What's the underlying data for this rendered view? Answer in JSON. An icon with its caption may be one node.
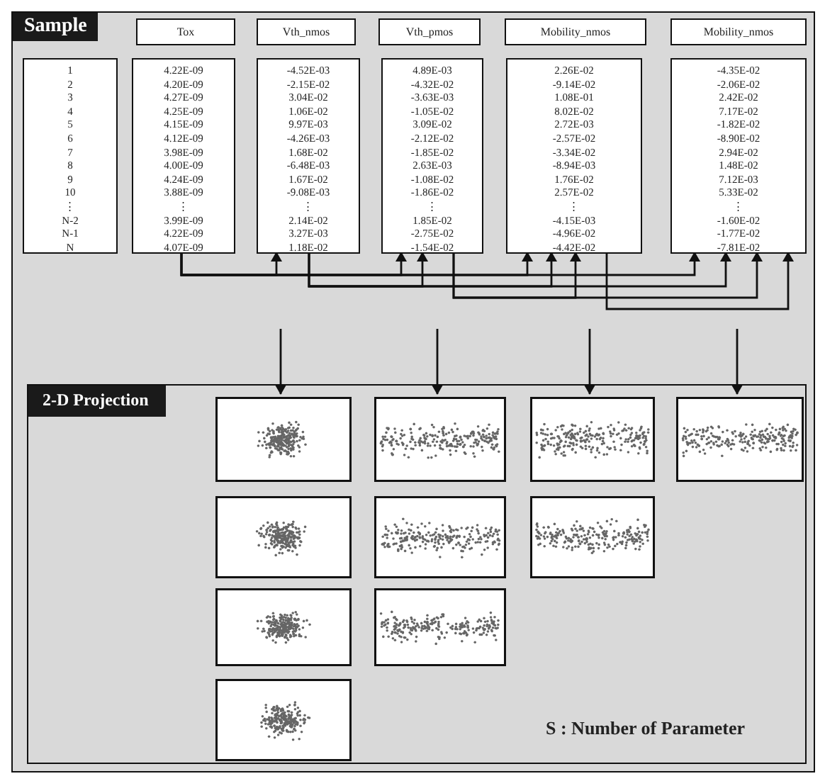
{
  "diagram": {
    "nodes": [
      {
        "text": [
          "Sample"
        ]
      },
      {
        "text": [
          "1",
          "2",
          "3",
          "4",
          "5",
          "6",
          "7",
          "8",
          "9",
          "10",
          "⋮",
          "N-2",
          "N-1",
          "N"
        ],
        "in": 0
      },
      {
        "text": [
          "Tox"
        ],
        "in": 0
      },
      {
        "text": [
          "4.22E-09",
          "4.20E-09",
          "4.27E-09",
          "4.25E-09",
          "4.15E-09",
          "4.12E-09",
          "3.98E-09",
          "4.00E-09",
          "4.24E-09",
          "3.88E-09",
          "⋮",
          "3.99E-09",
          "4.22E-09",
          "4.07E-09"
        ],
        "in": 0
      },
      {
        "text": [
          "Vth_nmos"
        ],
        "in": 0
      },
      {
        "text": [
          "-4.52E-03",
          "-2.15E-02",
          "3.04E-02",
          "1.06E-02",
          "9.97E-03",
          "-4.26E-03",
          "1.68E-02",
          "-6.48E-03",
          "1.67E-02",
          "-9.08E-03",
          "⋮",
          "2.14E-02",
          "3.27E-03",
          "1.18E-02"
        ],
        "in": 0
      },
      {
        "text": [
          "Vth_pmos"
        ],
        "in": 0
      },
      {
        "text": [
          "4.89E-03",
          "-4.32E-02",
          "-3.63E-03",
          "-1.05E-02",
          "3.09E-02",
          "-2.12E-02",
          "-1.85E-02",
          "2.63E-03",
          "-1.08E-02",
          "-1.86E-02",
          "⋮",
          "1.85E-02",
          "-2.75E-02",
          "-1.54E-02"
        ],
        "in": 0
      },
      {
        "text": [
          "Mobility_nmos"
        ],
        "in": 0
      },
      {
        "text": [
          "2.26E-02",
          "-9.14E-02",
          "1.08E-01",
          "8.02E-02",
          "2.72E-03",
          "-2.57E-02",
          "-3.34E-02",
          "-8.94E-03",
          "1.76E-02",
          "2.57E-02",
          "⋮",
          "-4.15E-03",
          "-4.96E-02",
          "-4.42E-02"
        ],
        "in": 0
      },
      {
        "text": [
          "Mobility_nmos"
        ],
        "in": 0
      },
      {
        "text": [
          "-4.35E-02",
          "-2.06E-02",
          "2.42E-02",
          "7.17E-02",
          "-1.82E-02",
          "-8.90E-02",
          "2.94E-02",
          "1.48E-02",
          "7.12E-03",
          "5.33E-02",
          "⋮",
          "-1.60E-02",
          "-1.77E-02",
          "-7.81E-02"
        ],
        "in": 0
      },
      {
        "text": [
          "2-D Projection"
        ],
        "in": 0
      },
      {
        "text": [],
        "shape": "picture",
        "in": 12
      },
      {
        "text": [],
        "shape": "picture",
        "in": 12
      },
      {
        "text": [],
        "shape": "picture",
        "in": 12
      },
      {
        "text": [],
        "shape": "picture",
        "in": 12
      },
      {
        "text": [],
        "shape": "picture",
        "in": 12
      },
      {
        "text": [],
        "shape": "picture",
        "in": 12
      },
      {
        "text": [],
        "shape": "picture",
        "in": 12
      },
      {
        "text": [],
        "shape": "picture",
        "in": 12
      },
      {
        "text": [],
        "shape": "picture",
        "in": 12
      },
      {
        "text": [],
        "shape": "picture",
        "in": 12
      }
    ],
    "edges": [
      {
        "from": 3,
        "to": 5,
        "arrow": "to"
      },
      {
        "from": 3,
        "to": 7,
        "arrow": "to"
      },
      {
        "from": 3,
        "to": 9,
        "arrow": "to"
      },
      {
        "from": 3,
        "to": 11,
        "arrow": "to"
      },
      {
        "from": 5,
        "to": 7,
        "arrow": "to"
      },
      {
        "from": 5,
        "to": 9,
        "arrow": "to"
      },
      {
        "from": 5,
        "to": 11,
        "arrow": "to"
      },
      {
        "from": 7,
        "to": 9,
        "arrow": "to"
      },
      {
        "from": 7,
        "to": 11,
        "arrow": "to"
      },
      {
        "from": 9,
        "to": 11,
        "arrow": "to"
      },
      {
        "from": null,
        "to": 13,
        "arrow": "to"
      },
      {
        "from": null,
        "to": 14,
        "arrow": "to"
      },
      {
        "from": null,
        "to": 15,
        "arrow": "to"
      },
      {
        "from": null,
        "to": 16,
        "arrow": "to"
      }
    ],
    "labels": [
      "S : Number of Parameter"
    ]
  }
}
